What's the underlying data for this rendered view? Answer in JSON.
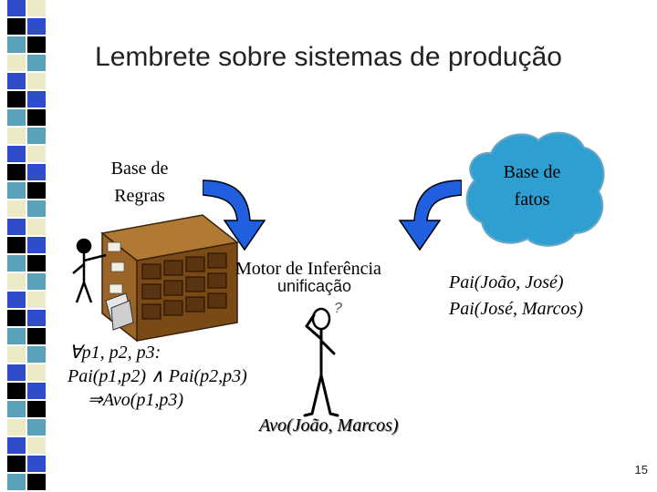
{
  "slide": {
    "title": "Lembrete sobre sistemas de produção",
    "page_number": "15"
  },
  "diagram": {
    "rules_base": {
      "line1": "Base de",
      "line2": "Regras"
    },
    "facts_base": {
      "line1": "Base de",
      "line2": "fatos"
    },
    "engine_label": "Motor de Inferência",
    "unification_label": "unificação",
    "question_mark": "?",
    "facts": [
      "Pai(João, José)",
      "Pai(José, Marcos)"
    ],
    "rule": {
      "line1": "∀p1, p2, p3:",
      "line2": "Pai(p1,p2) ∧ Pai(p2,p3)",
      "line3": "⇒Avo(p1,p3)"
    },
    "conclusion": "Avo(João, Marcos)"
  },
  "colors": {
    "strip_black": "#000000",
    "strip_blue": "#2f4cc9",
    "strip_teal": "#5aa2b9",
    "strip_cream": "#ecebc8",
    "cloud_fill": "#2f9fd1",
    "arrow_fill": "#1f5fe0",
    "cabinet_wood": "#8a5a22"
  }
}
